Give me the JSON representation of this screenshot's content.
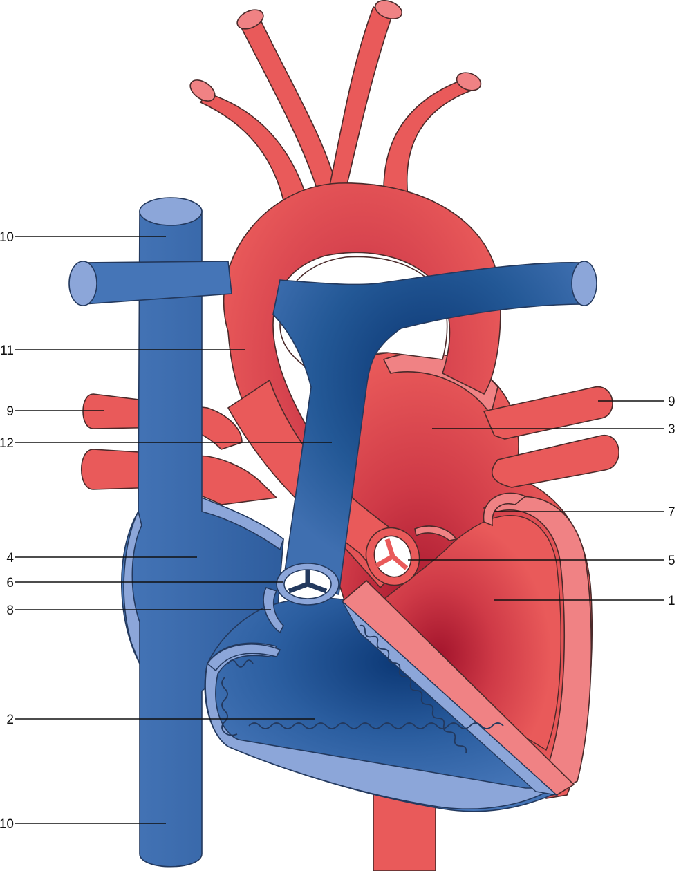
{
  "colors": {
    "oxygenated": "#e95a5a",
    "oxygenated_dark": "#b3203a",
    "oxygenated_wall": "#f08284",
    "deoxygenated": "#4575b7",
    "deoxygenated_dark": "#0d3b78",
    "deoxygenated_wall": "#8ca6d9",
    "outline": "#3a2a2a"
  },
  "labels": {
    "left": {
      "svc": "10",
      "aorta": "11",
      "pulm_veins_r": "9",
      "pulm_trunk": "12",
      "right_atrium": "4",
      "pulm_valve": "6",
      "tricuspid": "8",
      "right_ventricle": "2",
      "ivc": "10"
    },
    "right": {
      "pulm_veins_l": "9",
      "left_atrium": "3",
      "mitral": "7",
      "aortic_valve": "5",
      "left_ventricle": "1"
    }
  }
}
